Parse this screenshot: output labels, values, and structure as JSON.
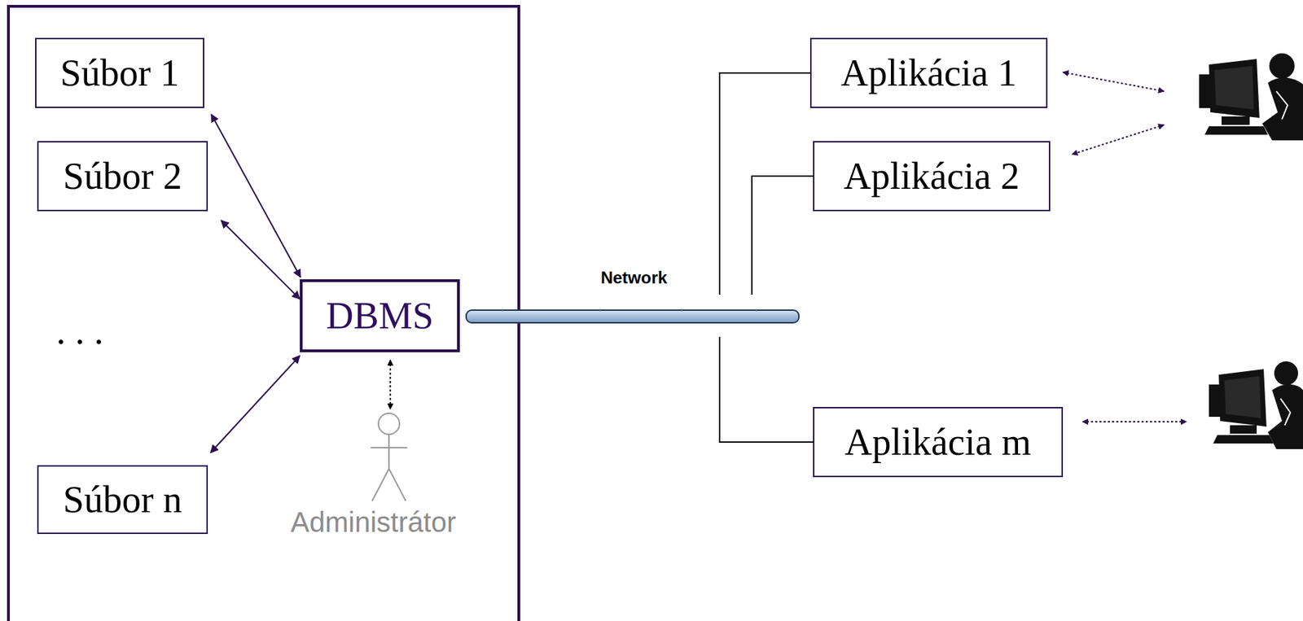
{
  "diagram": {
    "nodes": [
      {
        "text": [
          "Súbor 1"
        ]
      },
      {
        "text": [
          "Súbor 2"
        ]
      },
      {
        "text": [
          "Súbor n"
        ]
      },
      {
        "text": [
          "DBMS"
        ]
      },
      {
        "text": [
          "Network"
        ]
      },
      {
        "text": [
          "Aplikácia 1"
        ]
      },
      {
        "text": [
          "Aplikácia 2"
        ]
      },
      {
        "text": [
          "Aplikácia m"
        ]
      }
    ],
    "edges": [
      {
        "from": 0,
        "to": 3,
        "arrow": "both"
      },
      {
        "from": 1,
        "to": 3,
        "arrow": "both"
      },
      {
        "from": 2,
        "to": 3,
        "arrow": "both"
      },
      {
        "from": 4,
        "to": 5,
        "arrow": "none"
      },
      {
        "from": 4,
        "to": 6,
        "arrow": "none"
      },
      {
        "from": 4,
        "to": 7,
        "arrow": "none"
      }
    ],
    "labels": [
      ". . .",
      "Administrátor"
    ]
  }
}
